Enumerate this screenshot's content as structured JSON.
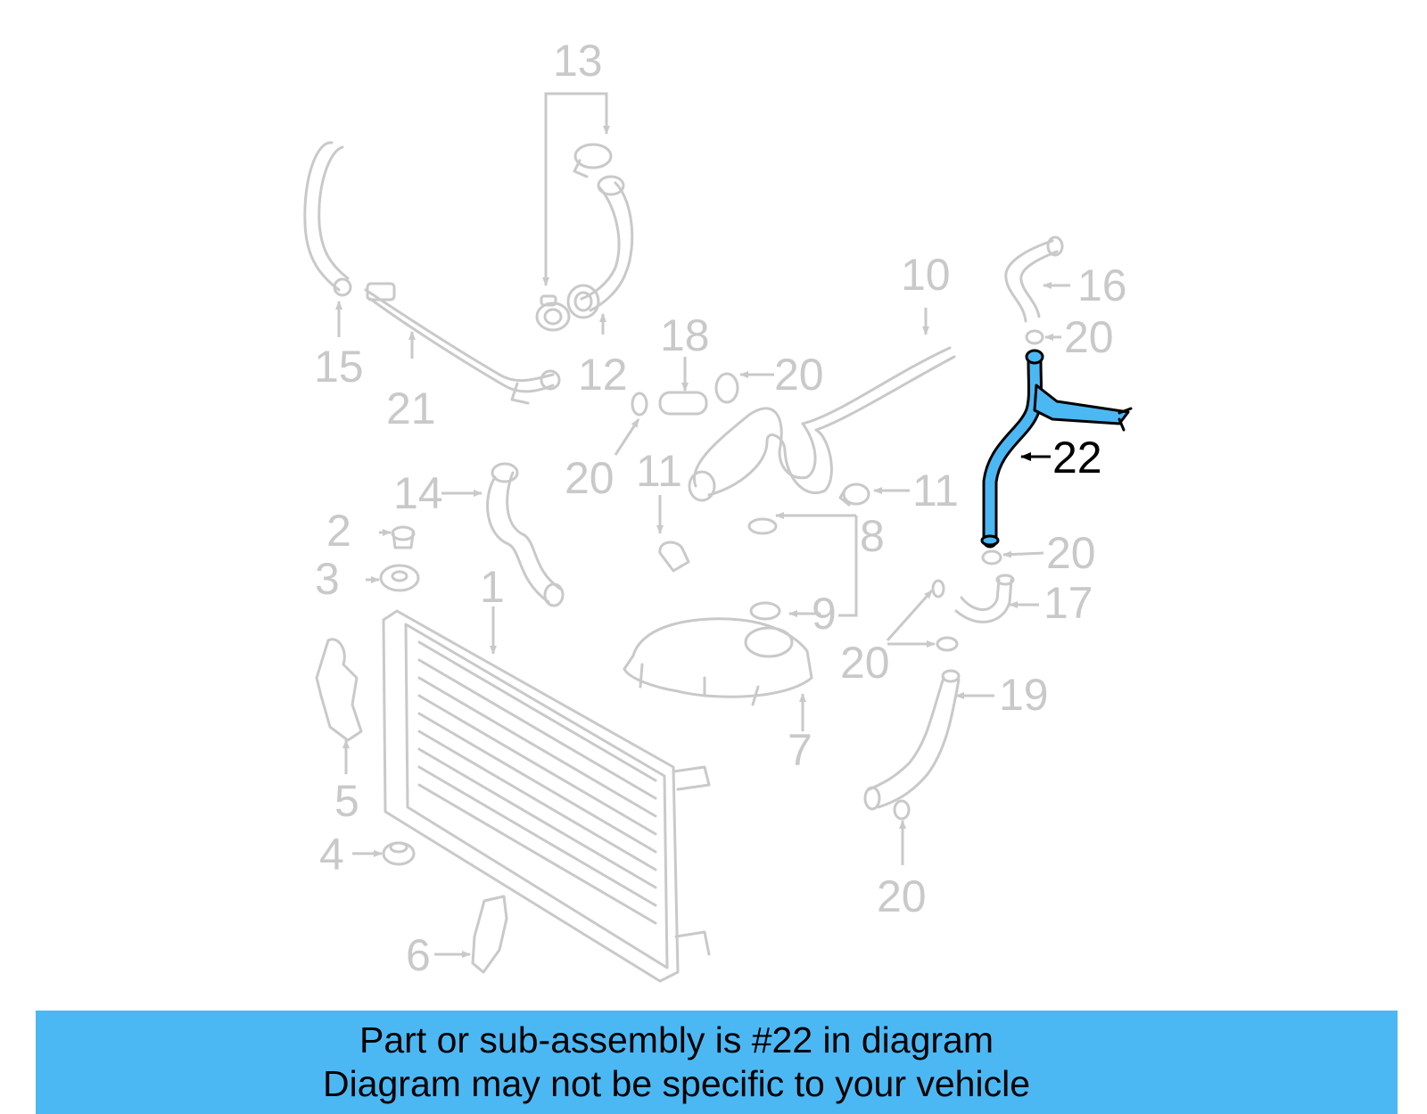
{
  "callouts": {
    "c1": "1",
    "c2": "2",
    "c3": "3",
    "c4": "4",
    "c5": "5",
    "c6": "6",
    "c7": "7",
    "c8": "8",
    "c9": "9",
    "c10": "10",
    "c11a": "11",
    "c11b": "11",
    "c12": "12",
    "c13": "13",
    "c14": "14",
    "c15": "15",
    "c16": "16",
    "c17": "17",
    "c18": "18",
    "c19": "19",
    "c20a": "20",
    "c20b": "20",
    "c20c": "20",
    "c20d": "20",
    "c20e": "20",
    "c20f": "20",
    "c21": "21",
    "c22": "22"
  },
  "highlighted_part": "22",
  "colors": {
    "faded": "#c9c9c9",
    "highlight": "#4cb8f3",
    "banner": "#4cb8f3",
    "ink": "#000000"
  },
  "banner": {
    "line1": "Part or sub-assembly is #22 in diagram",
    "line2": "Diagram may not be specific to your vehicle"
  }
}
